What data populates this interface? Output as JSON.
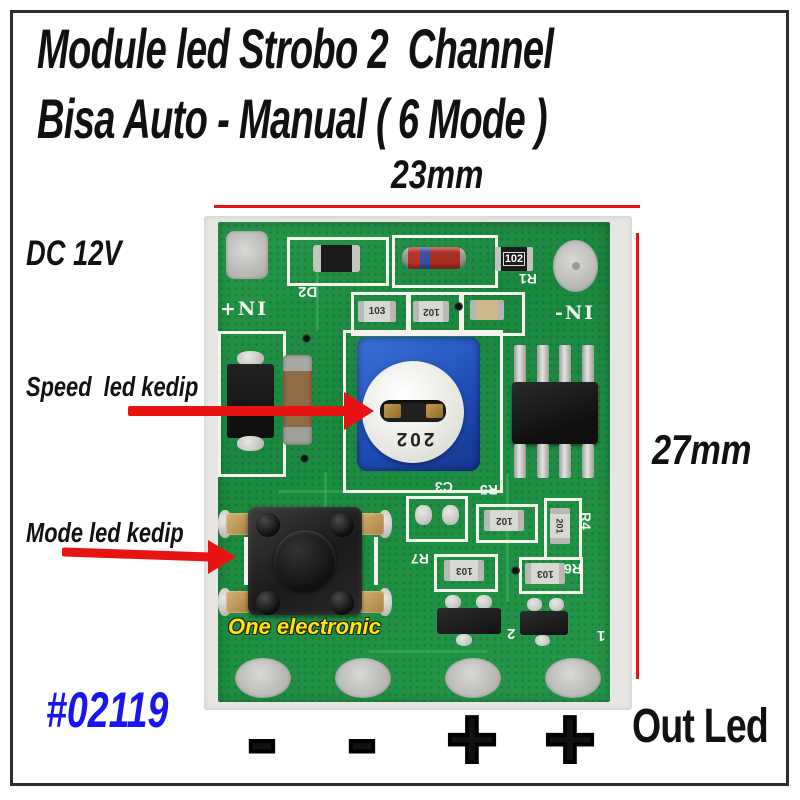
{
  "title": {
    "line1": "Module led Strobo 2  Channel",
    "line2": "Bisa Auto - Manual ( 6 Mode )"
  },
  "dimensions": {
    "width": "23mm",
    "height": "27mm"
  },
  "labels": {
    "power": "DC 12V",
    "speed": "Speed  led kedip",
    "mode": "Mode led kedip",
    "sku": "#02119",
    "out_led": "Out Led",
    "brand": "One electronic",
    "polarity": [
      "-",
      "-",
      "+",
      "+"
    ]
  },
  "pcb": {
    "silkscreen": {
      "in_plus": "+NI",
      "in_minus": "-NI",
      "d2": "D2",
      "r1": "R1",
      "c3": "C3",
      "r5": "R5",
      "r4": "R4",
      "r7": "R7",
      "r6": "R6",
      "ch2": "2",
      "ch1": "1"
    },
    "values": {
      "top_resistor": "102",
      "row_resistor_1": "103",
      "row_resistor_2": "102",
      "potentiometer": "202",
      "mid_resistor": "102",
      "right_resistor": "201",
      "low_resistor_1": "103",
      "low_resistor_2": "103"
    }
  },
  "colors": {
    "accent_red": "#e81313",
    "sku_blue": "#1a15ee",
    "pcb_green": "#1f8c40",
    "brand_yellow": "#ffe600"
  }
}
